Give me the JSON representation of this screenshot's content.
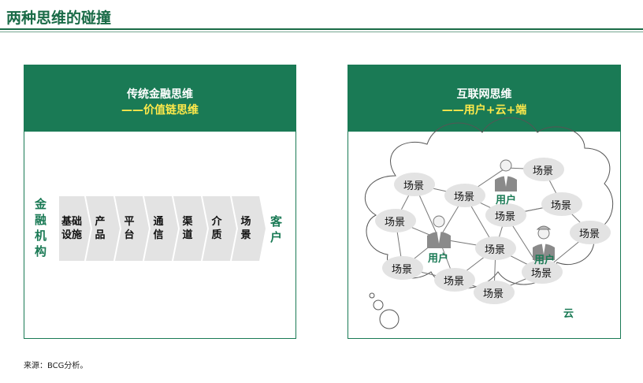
{
  "page_title": "两种思维的碰撞",
  "left_panel": {
    "title": "传统金融思维",
    "subtitle": "——价值链思维",
    "start_label": [
      "金",
      "融",
      "机",
      "构"
    ],
    "end_label": [
      "客",
      "户"
    ],
    "stages": [
      [
        "基础",
        "设施"
      ],
      [
        "产",
        "品"
      ],
      [
        "平",
        "台"
      ],
      [
        "通",
        "信"
      ],
      [
        "渠",
        "道"
      ],
      [
        "介",
        "质"
      ],
      [
        "场",
        "景"
      ]
    ]
  },
  "right_panel": {
    "title": "互联网思维",
    "subtitle": "——用户+云+端",
    "scene_label": "场景",
    "user_label": "用户",
    "cloud_label": "云"
  },
  "colors": {
    "brand_green": "#1a7a55",
    "highlight_yellow": "#ffe94a",
    "node_gray": "#e3e3e3"
  },
  "source": "来源：BCG分析。"
}
